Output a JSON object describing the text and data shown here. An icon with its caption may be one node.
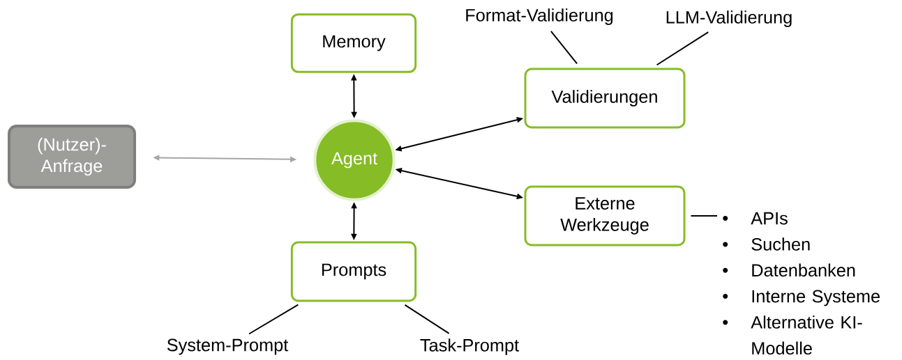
{
  "diagram": {
    "nodes": [
      {
        "text": [
          "(Nutzer)-Anfrage"
        ]
      },
      {
        "text": [
          "Agent"
        ]
      },
      {
        "text": [
          "Memory"
        ]
      },
      {
        "text": [
          "Validierungen"
        ]
      },
      {
        "text": [
          "Externe Werkzeuge"
        ]
      },
      {
        "text": [
          "Prompts"
        ]
      },
      {
        "text": [
          "Format-Validierung"
        ]
      },
      {
        "text": [
          "LLM-Validierung"
        ]
      },
      {
        "text": [
          "System-Prompt"
        ]
      },
      {
        "text": [
          "Task-Prompt"
        ]
      },
      {
        "text": [
          "APIs",
          "Suchen",
          "Datenbanken",
          "Interne Systeme",
          "Alternative KI-Modelle"
        ]
      }
    ],
    "edges": [
      {
        "from": 0,
        "to": 1,
        "arrow": "both",
        "color": "#a6a6a6"
      },
      {
        "from": 1,
        "to": 2,
        "arrow": "both"
      },
      {
        "from": 1,
        "to": 3,
        "arrow": "both"
      },
      {
        "from": 1,
        "to": 4,
        "arrow": "both"
      },
      {
        "from": 1,
        "to": 5,
        "arrow": "both"
      },
      {
        "from": 6,
        "to": 3,
        "arrow": "none"
      },
      {
        "from": 7,
        "to": 3,
        "arrow": "none"
      },
      {
        "from": 5,
        "to": 8,
        "arrow": "none"
      },
      {
        "from": 5,
        "to": 9,
        "arrow": "none"
      },
      {
        "from": 4,
        "to": 10,
        "arrow": "none"
      }
    ]
  }
}
